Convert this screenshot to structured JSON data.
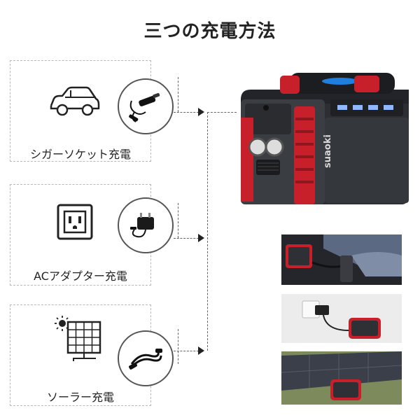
{
  "title": "三つの充電方法",
  "methods": [
    {
      "label": "シガーソケット充電",
      "icon": "car-icon",
      "device": "car-charger-icon"
    },
    {
      "label": "ACアダプター充電",
      "icon": "wall-outlet-icon",
      "device": "ac-adapter-icon"
    },
    {
      "label": "ソーラー充電",
      "icon": "solar-panel-icon",
      "device": "solar-cable-icon"
    }
  ],
  "product": {
    "brand": "suaoki"
  },
  "colors": {
    "accent_red": "#c8202a",
    "body_dark": "#3a3d42",
    "led_blue": "#1e90ff"
  }
}
